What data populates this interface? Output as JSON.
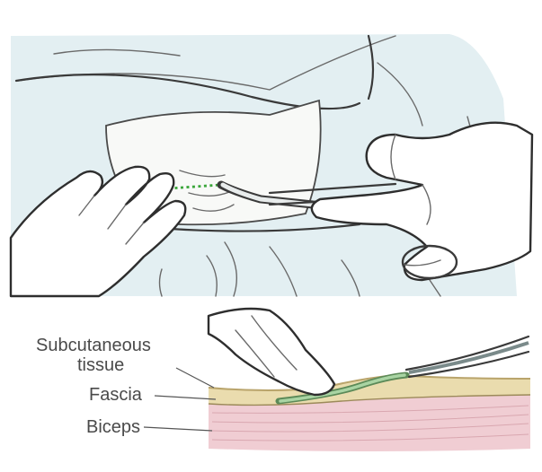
{
  "labels": {
    "subcutaneous_line1": "Subcutaneous",
    "subcutaneous_line2": "tissue",
    "fascia": "Fascia",
    "biceps": "Biceps"
  },
  "colors": {
    "drape_bg": "#e3eff2",
    "gauze": "#f8f9f7",
    "fascia_band": "#eadcae",
    "muscle": "#f0cdd3",
    "muscle_lines": "#d9a7b0",
    "catheter_green": "#7fb07a",
    "incision_dots": "#3aa63a",
    "skin_line": "#b9a46b"
  },
  "icons": {
    "hand_left": "left-hand-icon",
    "hand_right": "right-hand-icon",
    "finger": "finger-icon",
    "instrument": "forceps-icon"
  }
}
